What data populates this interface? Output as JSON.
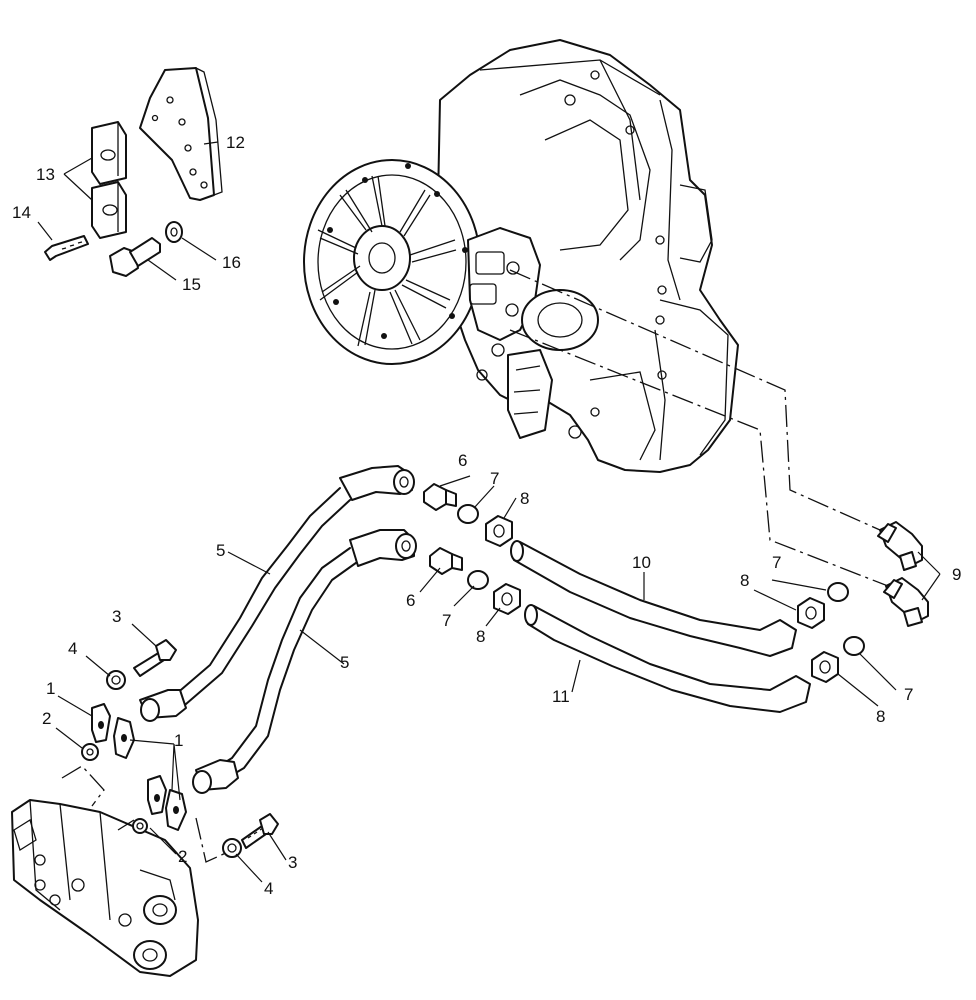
{
  "diagram": {
    "colors": {
      "ink": "#111111",
      "paper": "#ffffff"
    },
    "labels": {
      "p1a": "1",
      "p1b": "1",
      "p2a": "2",
      "p2b": "2",
      "p3a": "3",
      "p3b": "3",
      "p4a": "4",
      "p4b": "4",
      "p5a": "5",
      "p5b": "5",
      "p6a": "6",
      "p6b": "6",
      "p7a": "7",
      "p7b": "7",
      "p7c": "7",
      "p7d": "7",
      "p8a": "8",
      "p8b": "8",
      "p8c": "8",
      "p8d": "8",
      "p9": "9",
      "p10": "10",
      "p11": "11",
      "p12": "12",
      "p13": "13",
      "p14": "14",
      "p15": "15",
      "p16": "16"
    }
  }
}
